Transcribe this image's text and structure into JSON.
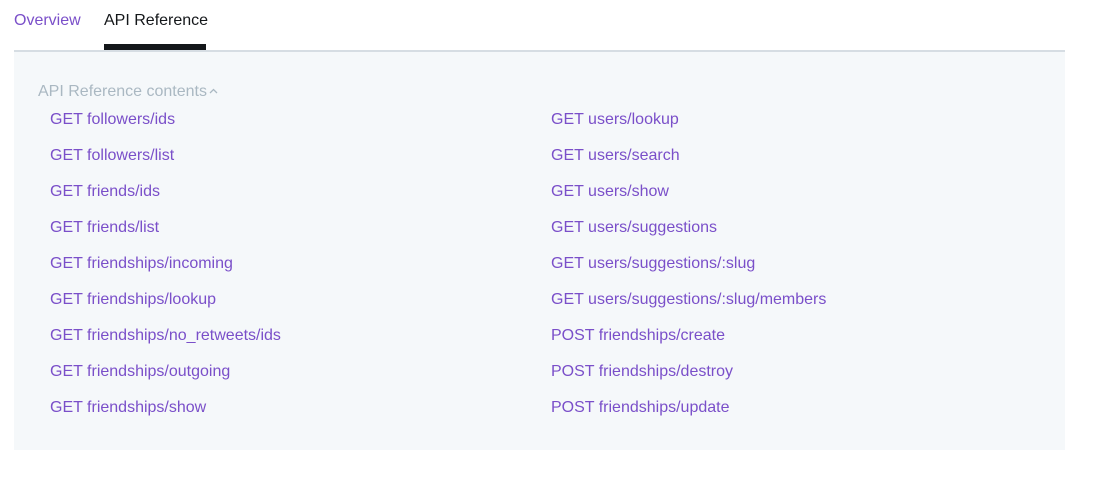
{
  "tabs": {
    "overview": "Overview",
    "api_reference": "API Reference",
    "active": "API Reference"
  },
  "contents": {
    "toggle_label": "API Reference contents",
    "toggle_icon": "chevron-up-icon",
    "left_links": [
      "GET followers/ids",
      "GET followers/list",
      "GET friends/ids",
      "GET friends/list",
      "GET friendships/incoming",
      "GET friendships/lookup",
      "GET friendships/no_retweets/ids",
      "GET friendships/outgoing",
      "GET friendships/show"
    ],
    "right_links": [
      "GET users/lookup",
      "GET users/search",
      "GET users/show",
      "GET users/suggestions",
      "GET users/suggestions/:slug",
      "GET users/suggestions/:slug/members",
      "POST friendships/create",
      "POST friendships/destroy",
      "POST friendships/update"
    ]
  },
  "colors": {
    "link": "#7a4fc9",
    "active_tab_text": "#14171a",
    "muted": "#aab8c2",
    "panel_bg": "#f5f8fa",
    "divider": "#d6dde3"
  }
}
